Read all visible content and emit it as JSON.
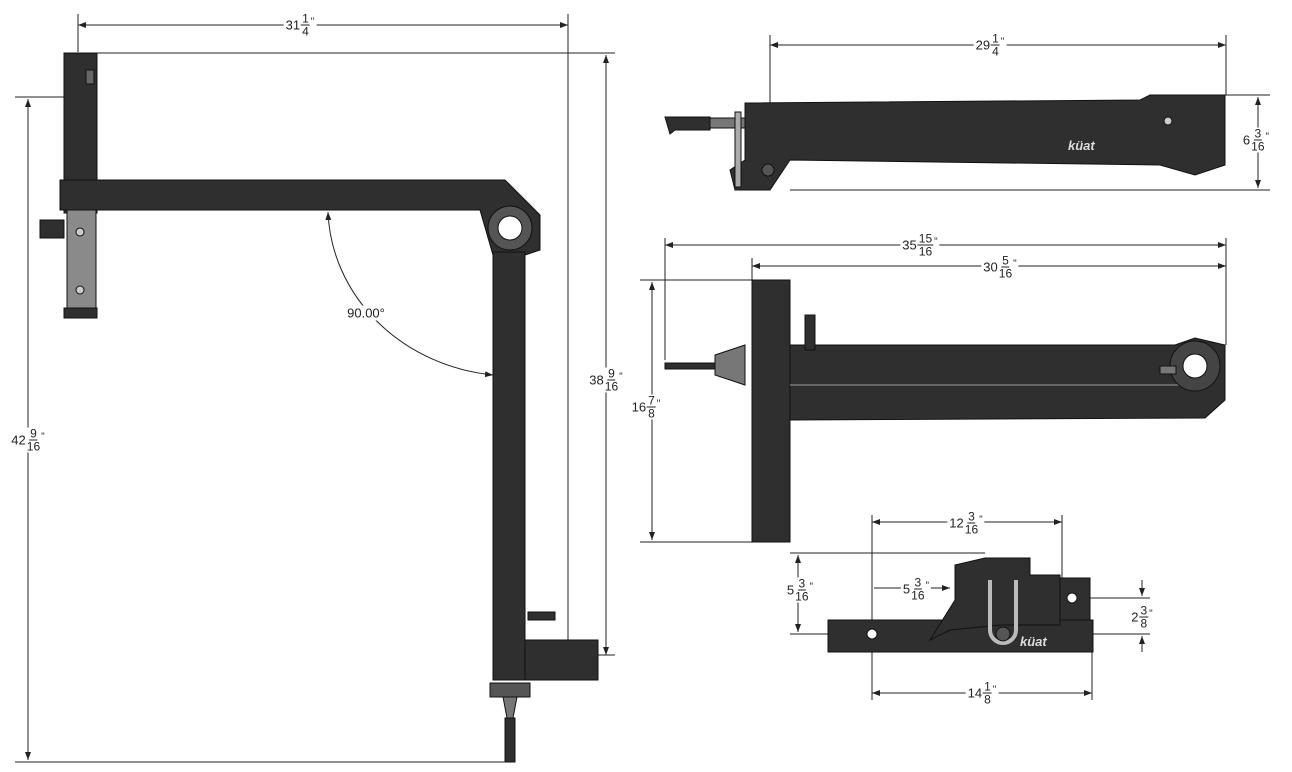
{
  "logo_text": "küat",
  "colors": {
    "metal": "#2f2f2f",
    "plate": "#8a8a8a",
    "line": "#222222"
  },
  "side_view": {
    "width": {
      "whole": "31",
      "num": "1",
      "den": "4",
      "unit": "\""
    },
    "total_height": {
      "whole": "42",
      "num": "9",
      "den": "16",
      "unit": "\""
    },
    "arm_height": {
      "whole": "38",
      "num": "9",
      "den": "16",
      "unit": "\""
    },
    "angle": "90.00°"
  },
  "top_view": {
    "length": {
      "whole": "29",
      "num": "1",
      "den": "4",
      "unit": "\""
    },
    "height": {
      "whole": "6",
      "num": "3",
      "den": "16",
      "unit": "\""
    }
  },
  "front_view": {
    "overall_length": {
      "whole": "35",
      "num": "15",
      "den": "16",
      "unit": "\""
    },
    "arm_length": {
      "whole": "30",
      "num": "5",
      "den": "16",
      "unit": "\""
    },
    "plate_height": {
      "whole": "16",
      "num": "7",
      "den": "8",
      "unit": "\""
    }
  },
  "hitch_view": {
    "pin_to_pin": {
      "whole": "12",
      "num": "3",
      "den": "16",
      "unit": "\""
    },
    "height": {
      "whole": "5",
      "num": "3",
      "den": "16",
      "unit": "\""
    },
    "offset": {
      "whole": "5",
      "num": "3",
      "den": "16",
      "unit": "\""
    },
    "rise": {
      "whole": "2",
      "num": "3",
      "den": "8",
      "unit": "\""
    },
    "length": {
      "whole": "14",
      "num": "1",
      "den": "8",
      "unit": "\""
    }
  }
}
